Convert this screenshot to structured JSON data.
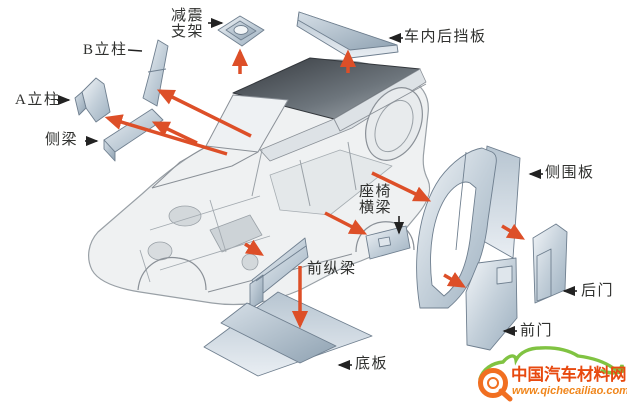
{
  "page": {
    "background": "#ffffff"
  },
  "diagram": {
    "type": "exploded-view",
    "subject": "car body-in-white with detached panels",
    "parts": [
      {
        "id": "shock-bracket",
        "label": "减震支架",
        "label_lines": [
          "减震",
          "支架"
        ]
      },
      {
        "id": "b-pillar",
        "label": "B立柱"
      },
      {
        "id": "a-pillar",
        "label": "A立柱"
      },
      {
        "id": "side-sill",
        "label": "侧梁"
      },
      {
        "id": "rear-shelf",
        "label": "车内后挡板"
      },
      {
        "id": "side-panel",
        "label": "侧围板"
      },
      {
        "id": "seat-crossmember",
        "label": "座椅横梁",
        "label_lines": [
          "座椅",
          "横梁"
        ]
      },
      {
        "id": "front-rail",
        "label": "前纵梁"
      },
      {
        "id": "floor-panel",
        "label": "底板"
      },
      {
        "id": "front-door",
        "label": "前门"
      },
      {
        "id": "rear-door",
        "label": "后门"
      }
    ]
  },
  "logo": {
    "site_name": "中国汽车材料网",
    "site_url": "www.qichecailiao.com"
  },
  "colors": {
    "arrow_accent": "#dd4f28",
    "label_text": "#30312f",
    "panel_steel_light": "#eef2f6",
    "panel_steel_dark": "#8fa2b2",
    "roof_dark": "#42474d",
    "logo_green": "#80c342",
    "logo_name_red": "#e8490f",
    "logo_url_orange": "#f0861c"
  }
}
